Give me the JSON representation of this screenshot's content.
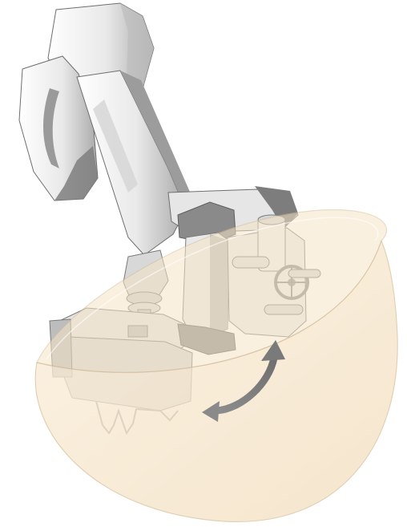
{
  "colors": {
    "background": "#ffffff",
    "arm_light": "#f4f4f4",
    "arm_mid": "#d9d9d9",
    "arm_dark": "#8f8f8f",
    "arm_outline": "#6e6e6e",
    "dome_fill": "#f7e7cc",
    "dome_rim": "#f2dfc2",
    "dome_outline": "#d9c4a2",
    "arrow": "#8a8a8a"
  },
  "icons": {
    "rotation_arrow": "curved-double-arrow",
    "robot_arm": "articulated-arm",
    "tool_head": "handwheel-mount",
    "hemisphere": "dome-bowl"
  }
}
